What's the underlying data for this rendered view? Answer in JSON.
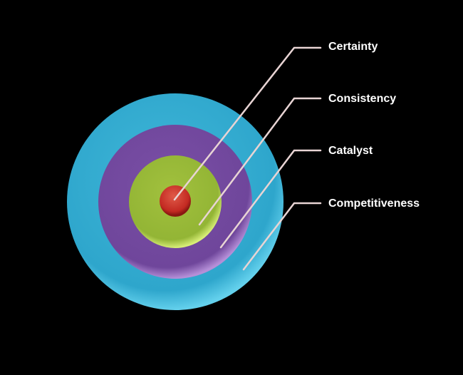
{
  "diagram": {
    "type": "concentric-circles",
    "layers": [
      {
        "label": "Certainty",
        "color": "#d2332a"
      },
      {
        "label": "Consistency",
        "color": "#9ac03a"
      },
      {
        "label": "Catalyst",
        "color": "#7b52a6"
      },
      {
        "label": "Competitiveness",
        "color": "#3ab3d6"
      }
    ],
    "leader_color": "#e8d4d4"
  }
}
